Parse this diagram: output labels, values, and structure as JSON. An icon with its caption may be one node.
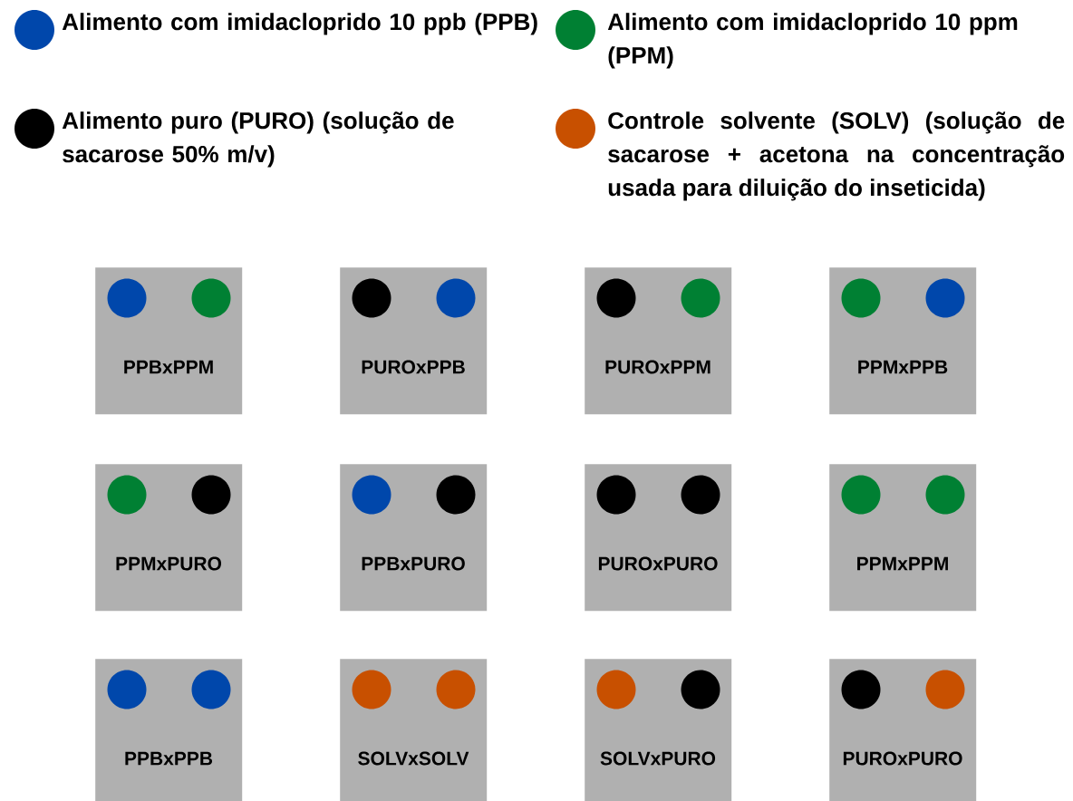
{
  "diagram": {
    "nodes": [
      {
        "text": [
          "PPBxPPM"
        ]
      },
      {
        "text": [],
        "shape": "circle",
        "in": 0
      },
      {
        "text": [],
        "shape": "circle",
        "in": 0
      },
      {
        "text": [
          "PUROxPPB"
        ]
      },
      {
        "text": [],
        "shape": "circle",
        "in": 3
      },
      {
        "text": [],
        "shape": "circle",
        "in": 3
      },
      {
        "text": [
          "PUROxPPM"
        ]
      },
      {
        "text": [],
        "shape": "circle",
        "in": 6
      },
      {
        "text": [],
        "shape": "circle",
        "in": 6
      },
      {
        "text": [
          "PPMxPPB"
        ]
      },
      {
        "text": [],
        "shape": "circle",
        "in": 9
      },
      {
        "text": [],
        "shape": "circle",
        "in": 9
      },
      {
        "text": [
          "PPMxPURO"
        ]
      },
      {
        "text": [],
        "shape": "circle",
        "in": 12
      },
      {
        "text": [],
        "shape": "circle",
        "in": 12
      },
      {
        "text": [
          "PPBxPURO"
        ]
      },
      {
        "text": [],
        "shape": "circle",
        "in": 15
      },
      {
        "text": [],
        "shape": "circle",
        "in": 15
      },
      {
        "text": [
          "PUROxPURO"
        ]
      },
      {
        "text": [],
        "shape": "circle",
        "in": 18
      },
      {
        "text": [],
        "shape": "circle",
        "in": 18
      },
      {
        "text": [
          "PPMxPPM"
        ]
      },
      {
        "text": [],
        "shape": "circle",
        "in": 21
      },
      {
        "text": [],
        "shape": "circle",
        "in": 21
      },
      {
        "text": [
          "PPBxPPB"
        ]
      },
      {
        "text": [],
        "shape": "circle",
        "in": 24
      },
      {
        "text": [],
        "shape": "circle",
        "in": 24
      },
      {
        "text": [
          "SOLVxSOLV"
        ]
      },
      {
        "text": [],
        "shape": "circle",
        "in": 27
      },
      {
        "text": [],
        "shape": "circle",
        "in": 27
      },
      {
        "text": [
          "SOLVxPURO"
        ]
      },
      {
        "text": [],
        "shape": "circle",
        "in": 30
      },
      {
        "text": [],
        "shape": "circle",
        "in": 30
      },
      {
        "text": [
          "PUROxPURO"
        ]
      },
      {
        "text": [],
        "shape": "circle",
        "in": 33
      },
      {
        "text": [],
        "shape": "circle",
        "in": 33
      }
    ],
    "legend": [
      {
        "text": "Alimento com imidacloprido 10 ppb (PPB)",
        "color": "#0047ab"
      },
      {
        "text": "Alimento com imidacloprido 10 ppm (PPM)",
        "color": "#008033"
      },
      {
        "text": "Alimento puro (PURO) (solução de sacarose 50% m/v)",
        "color": "#000000"
      },
      {
        "text": "Controle solvente (SOLV) (solução de sacarose + acetona na concentração usada para diluição do inseticida)",
        "color": "#c85000"
      }
    ]
  }
}
